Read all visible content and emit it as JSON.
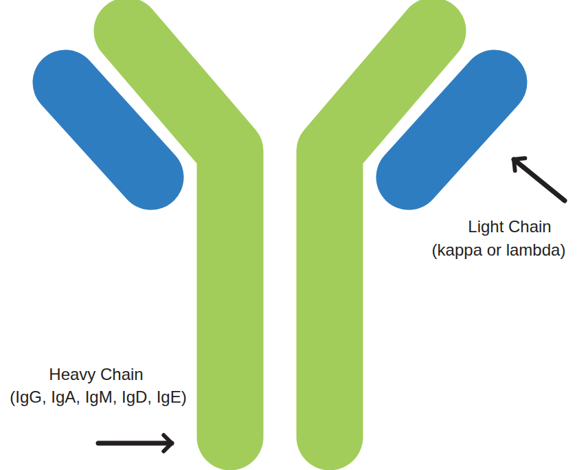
{
  "diagram": {
    "labels": [
      "Light Chain",
      "(kappa or lambda)",
      "Heavy Chain",
      "(IgG, IgA, IgM, IgD, IgE)"
    ]
  }
}
